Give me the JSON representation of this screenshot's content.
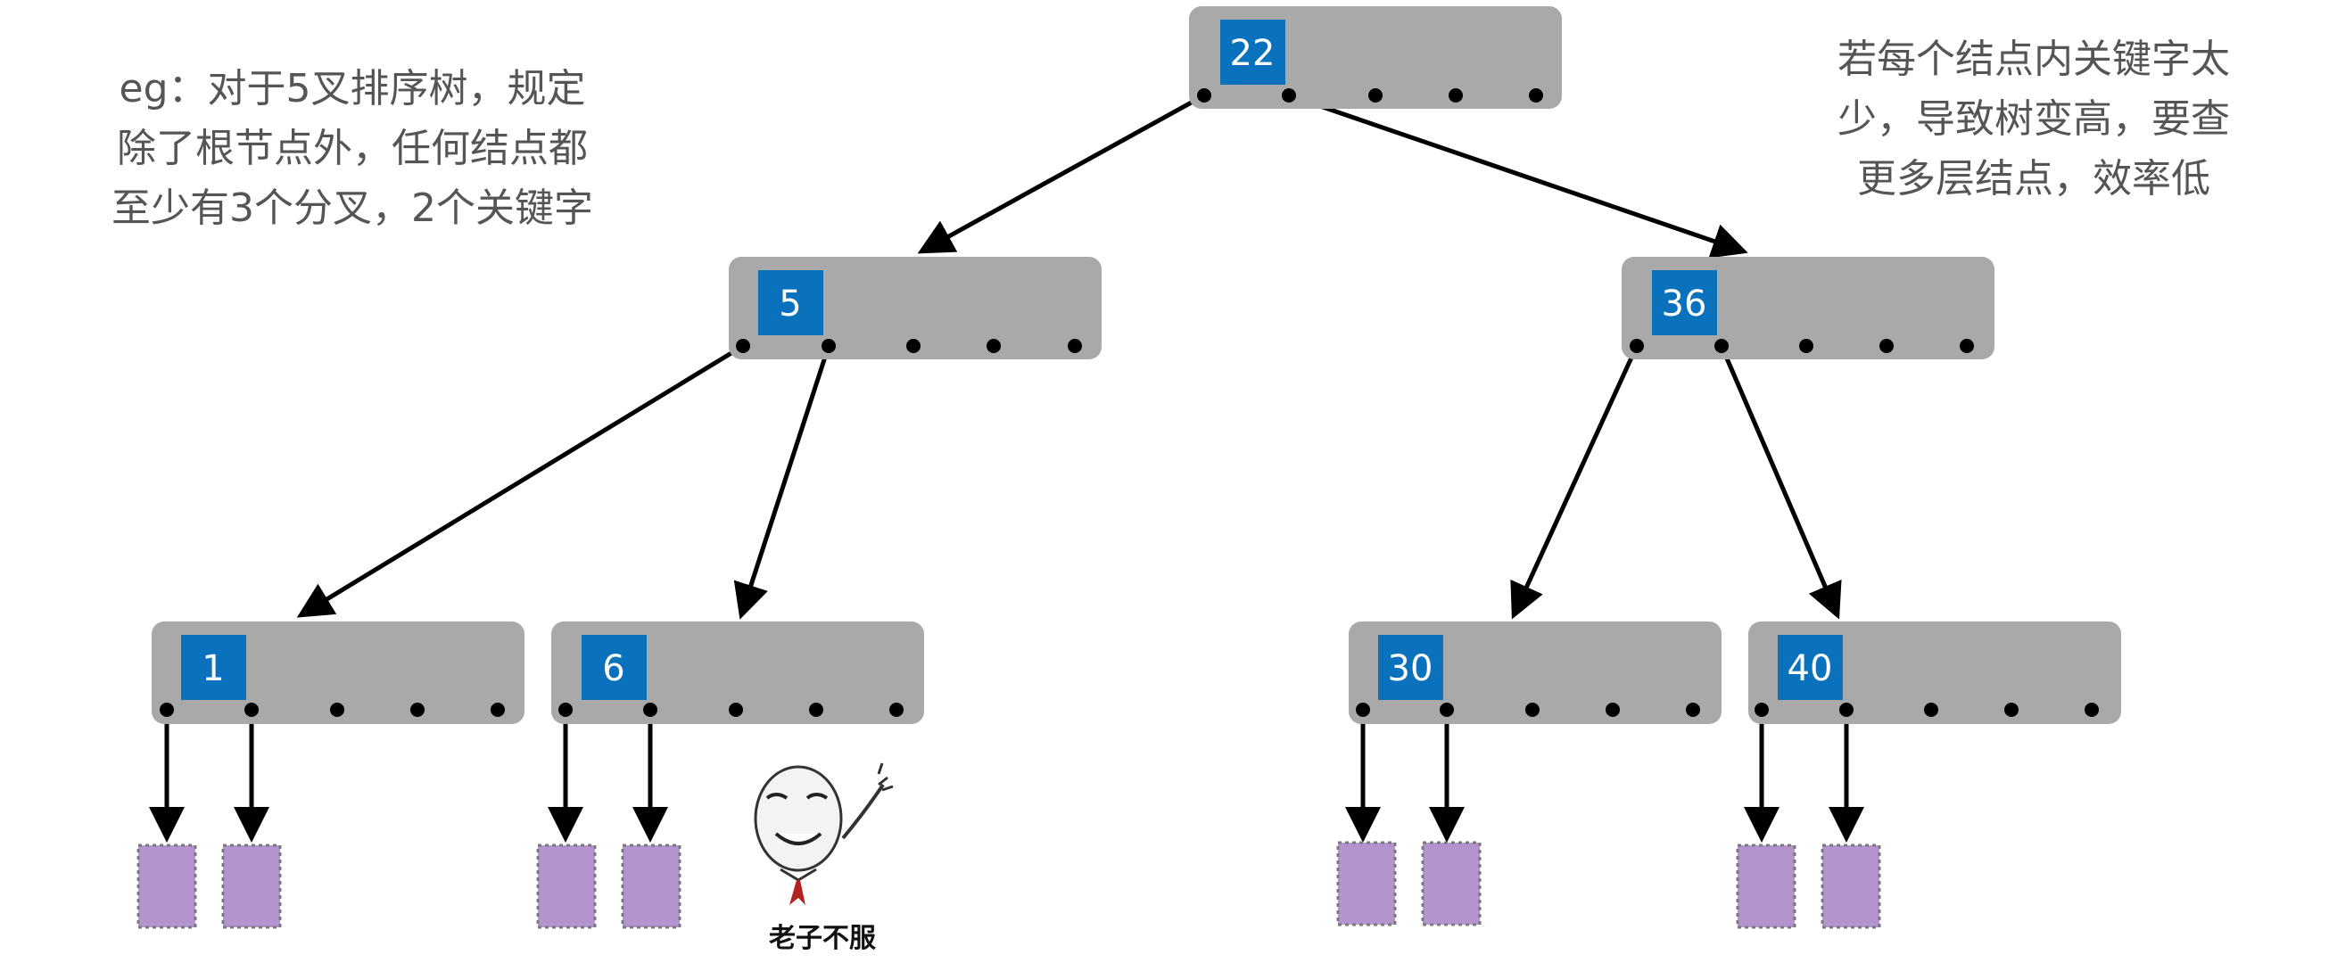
{
  "notes": {
    "left": "eg：对于5叉排序树，规定\n除了根节点外，任何结点都\n至少有3个分叉，2个关键字",
    "right": "若每个结点内关键字太\n少，导致树变高，要查\n更多层结点，效率低"
  },
  "nodes": {
    "root": {
      "key": "22"
    },
    "l1_left": {
      "key": "5"
    },
    "l1_right": {
      "key": "36"
    },
    "l2_a": {
      "key": "1"
    },
    "l2_b": {
      "key": "6"
    },
    "l2_c": {
      "key": "30"
    },
    "l2_d": {
      "key": "40"
    }
  },
  "meme": {
    "caption": "老子不服",
    "icon": "meme-face-waving-icon"
  },
  "colors": {
    "node_fill": "#a9a9a9",
    "key_fill": "#0a72bd",
    "key_text": "#ffffff",
    "leaf_fill": "#b394cf",
    "edge": "#000000",
    "note_text": "#555555"
  }
}
